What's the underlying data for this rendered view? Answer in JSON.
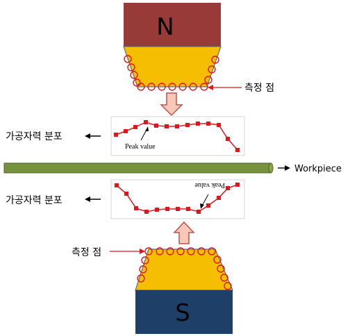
{
  "magnet_top": {
    "pole": "N",
    "body_color": "#973a38",
    "tip_color": "#f5bf00"
  },
  "magnet_bottom": {
    "pole": "S",
    "body_color": "#1e3f67",
    "tip_color": "#f5bf00"
  },
  "measure_label_top": "측정 점",
  "measure_label_bottom": "측정 점",
  "force_label_top": "가공자력 분포",
  "force_label_bottom": "가공자력 분포",
  "peak_label_top": "Peak value",
  "peak_label_bottom": "Peak value",
  "workpiece_label": "Workpiece",
  "workpiece_color": "#76923c",
  "marker_color": "#e0161b",
  "arrow_fill": "#f7c7b7",
  "arrow_stroke": "#c0504d"
}
